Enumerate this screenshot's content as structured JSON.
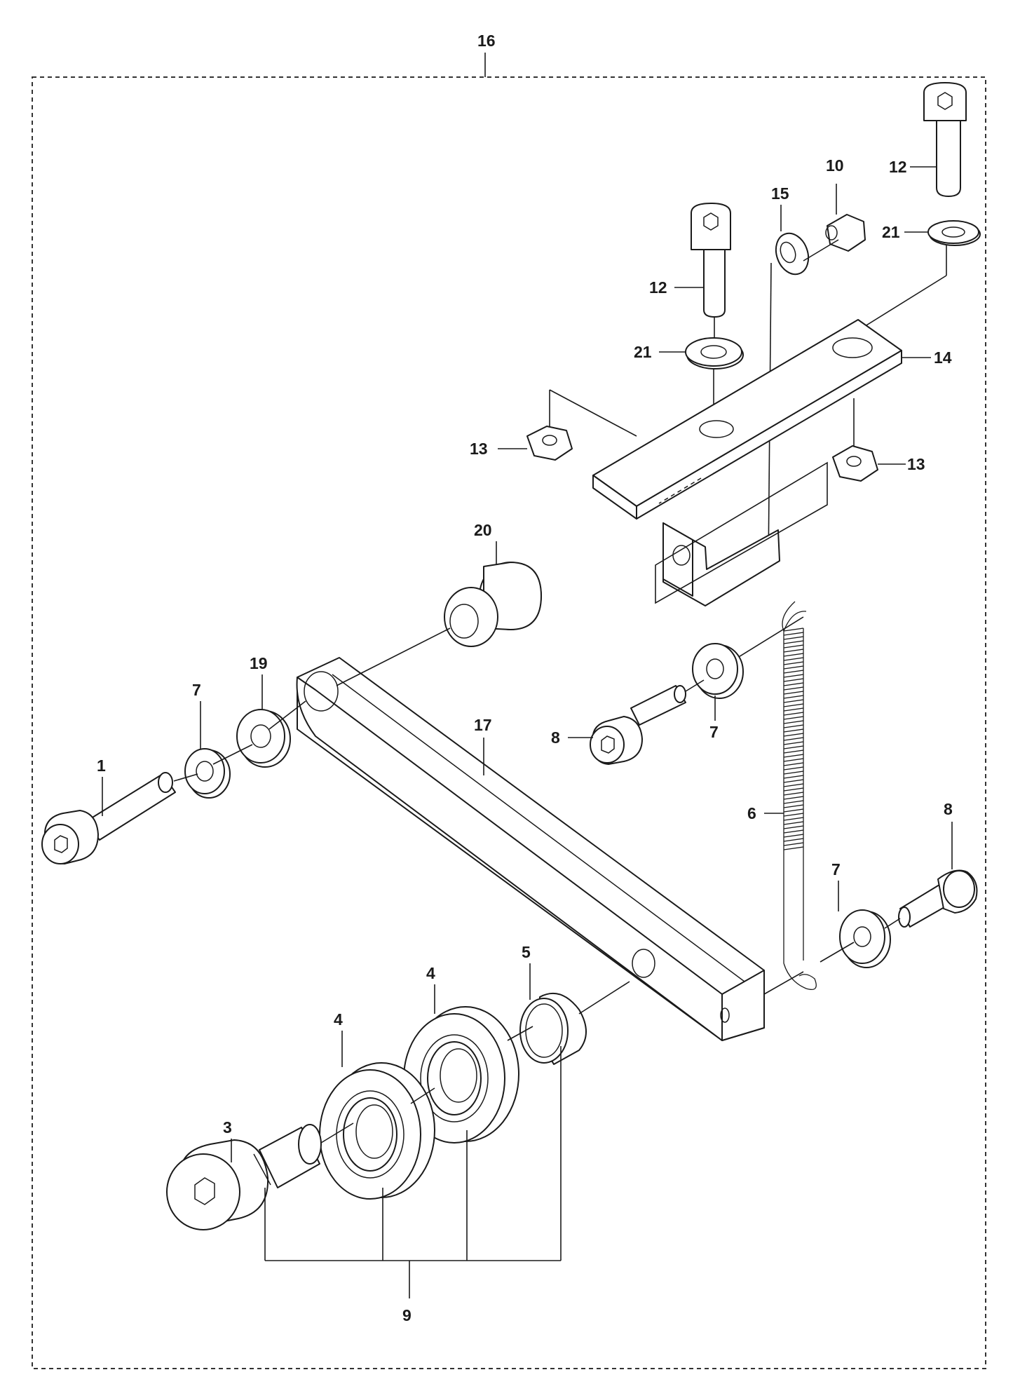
{
  "diagram": {
    "callouts": {
      "c16": "16",
      "c12a": "12",
      "c10": "10",
      "c15": "15",
      "c12b": "12",
      "c21a": "21",
      "c21b": "21",
      "c14": "14",
      "c13a": "13",
      "c13b": "13",
      "c20": "20",
      "c19": "19",
      "c7a": "7",
      "c7b": "7",
      "c7c": "7",
      "c1": "1",
      "c17": "17",
      "c8a": "8",
      "c8b": "8",
      "c6": "6",
      "c5": "5",
      "c4a": "4",
      "c4b": "4",
      "c3": "3",
      "c9": "9"
    }
  }
}
